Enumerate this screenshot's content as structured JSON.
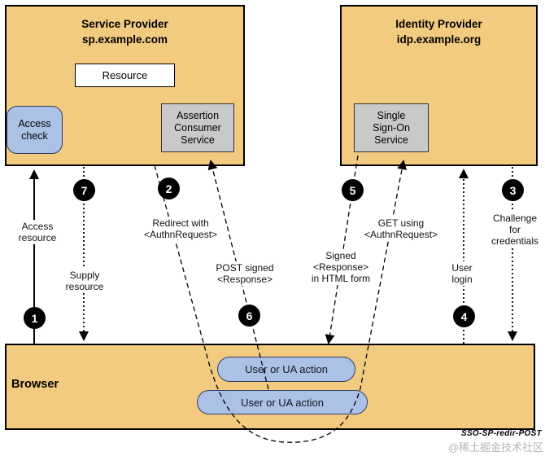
{
  "colors": {
    "panel_fill": "#F3CB80",
    "blue_fill": "#ACC1E6",
    "gray_fill": "#C9C9C9",
    "line_color": "#000000"
  },
  "sp": {
    "title": "Service Provider",
    "host": "sp.example.com",
    "resource": "Resource",
    "access_check": "Access\ncheck",
    "acs": "Assertion\nConsumer\nService"
  },
  "idp": {
    "title": "Identity Provider",
    "host": "idp.example.org",
    "sso": "Single\nSign-On\nService"
  },
  "browser": {
    "label": "Browser",
    "action1": "User or UA action",
    "action2": "User or UA action"
  },
  "steps": [
    {
      "num": "1",
      "label": "Access\nresource"
    },
    {
      "num": "2",
      "label": "Redirect with\n<AuthnRequest>"
    },
    {
      "num": "3",
      "label": "Challenge\nfor\ncredentials"
    },
    {
      "num": "4",
      "label": "User\nlogin"
    },
    {
      "num": "5",
      "label": "Signed\n<Response>\nin HTML form"
    },
    {
      "num": "6",
      "label": "POST signed\n<Response>"
    },
    {
      "num": "7",
      "label": "Supply\nresource"
    }
  ],
  "get_label": "GET using\n<AuthnRequest>",
  "caption": "SSO-SP-redir-POST",
  "watermark": "@稀土掘金技术社区"
}
